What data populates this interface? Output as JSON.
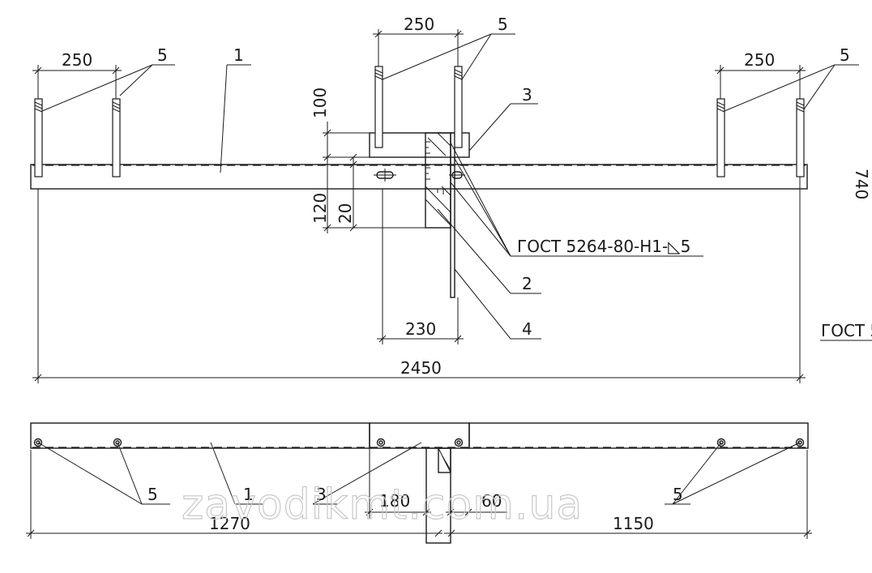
{
  "drawing": {
    "top_view": {
      "dims": {
        "left_bolt_spacing": "250",
        "center_bolt_spacing": "250",
        "right_bolt_spacing": "250",
        "plate_height": "100",
        "offset_120": "120",
        "offset_20": "20",
        "plate_width": "230",
        "overall_length": "2450",
        "side_dim": "740"
      },
      "callouts": {
        "part1": "1",
        "part2": "2",
        "part3": "3",
        "part4": "4",
        "part5_left": "5",
        "part5_center": "5",
        "part5_right": "5"
      },
      "weld_note": "ГОСТ 5264-80-Н1-◺5",
      "weld_note_cut": "ГОСТ 5"
    },
    "bottom_view": {
      "dims": {
        "left_length": "1270",
        "right_length": "1150",
        "plate_len": "180",
        "gap": "60"
      },
      "callouts": {
        "part5_left": "5",
        "part1": "1",
        "part3": "3",
        "part5_right": "5"
      }
    },
    "watermark": "zavodikmt.com.ua"
  }
}
